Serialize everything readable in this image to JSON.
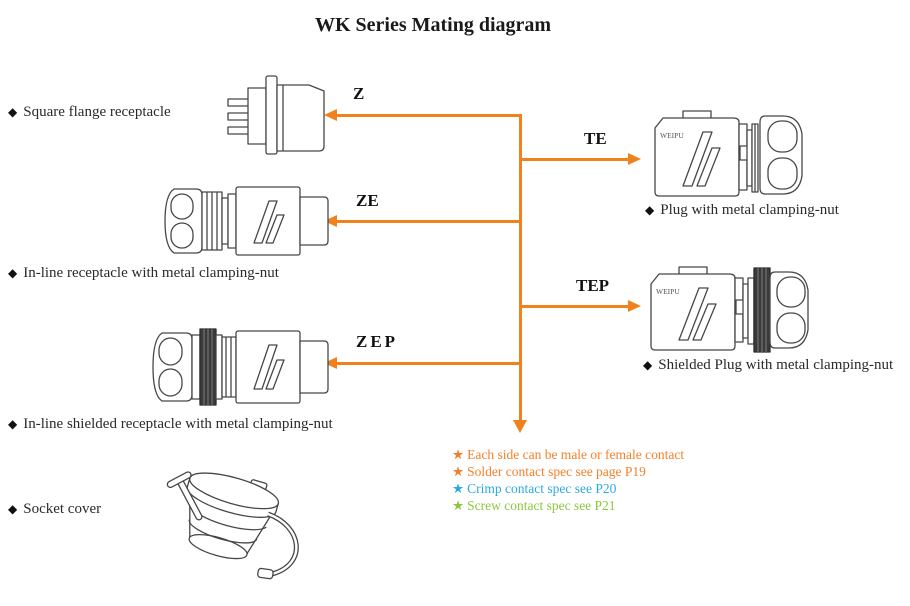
{
  "title": "WK Series Mating diagram",
  "bullet": "◆",
  "star": "★",
  "brand": "WEIPU",
  "colors": {
    "line_orange": "#F0821E",
    "note_orange": "#F4802A",
    "note_blue": "#2BAAE2",
    "note_green": "#8CC63E",
    "text_dark": "#232323"
  },
  "branch_codes": {
    "z": "Z",
    "ze": "ZE",
    "zep": "ZEP",
    "te": "TE",
    "tep": "TEP"
  },
  "connectors": {
    "left": [
      {
        "label": "Square flange receptacle",
        "code": "Z"
      },
      {
        "label": "In-line receptacle with metal clamping-nut",
        "code": "ZE"
      },
      {
        "label": "In-line shielded receptacle with metal clamping-nut",
        "code": "ZEP"
      },
      {
        "label": "Socket cover",
        "code": ""
      }
    ],
    "right": [
      {
        "label": "Plug with metal clamping-nut",
        "code": "TE"
      },
      {
        "label": "Shielded Plug with metal clamping-nut",
        "code": "TEP"
      }
    ]
  },
  "notes": [
    {
      "text": "Each side can be male or female contact",
      "color": "#F4802A"
    },
    {
      "text": "Solder contact spec see page P19",
      "color": "#F4802A"
    },
    {
      "text": "Crimp contact spec see P20",
      "color": "#2BAAE2"
    },
    {
      "text": "Screw contact spec see P21",
      "color": "#8CC63E"
    }
  ]
}
